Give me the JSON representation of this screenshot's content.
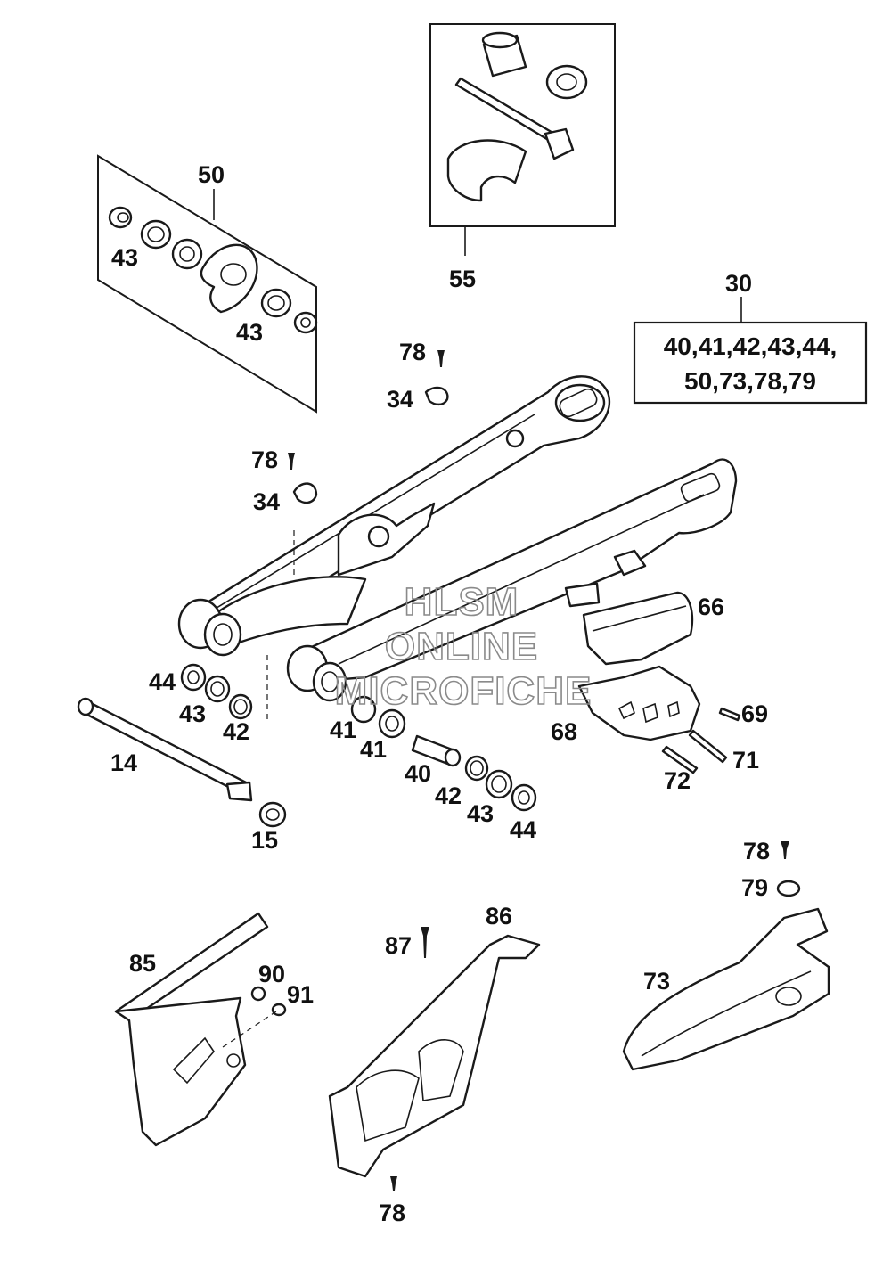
{
  "labels": {
    "p50": "50",
    "p55": "55",
    "p30": "30",
    "p43a": "43",
    "p43b": "43",
    "p78a": "78",
    "p34a": "34",
    "p78b": "78",
    "p34b": "34",
    "p66": "66",
    "p68": "68",
    "p69": "69",
    "p71": "71",
    "p72": "72",
    "p44a": "44",
    "p43c": "43",
    "p42a": "42",
    "p41a": "41",
    "p41b": "41",
    "p40": "40",
    "p42b": "42",
    "p43d": "43",
    "p44b": "44",
    "p14": "14",
    "p15": "15",
    "p78c": "78",
    "p79": "79",
    "p73": "73",
    "p85": "85",
    "p90": "90",
    "p91": "91",
    "p87": "87",
    "p86": "86",
    "p78d": "78"
  },
  "kit_box": {
    "line1": "40,41,42,43,44,",
    "line2": "50,73,78,79"
  },
  "watermark": {
    "line1": "HLSM",
    "line2": "ONLINE",
    "line3": "MICROFICHE"
  }
}
